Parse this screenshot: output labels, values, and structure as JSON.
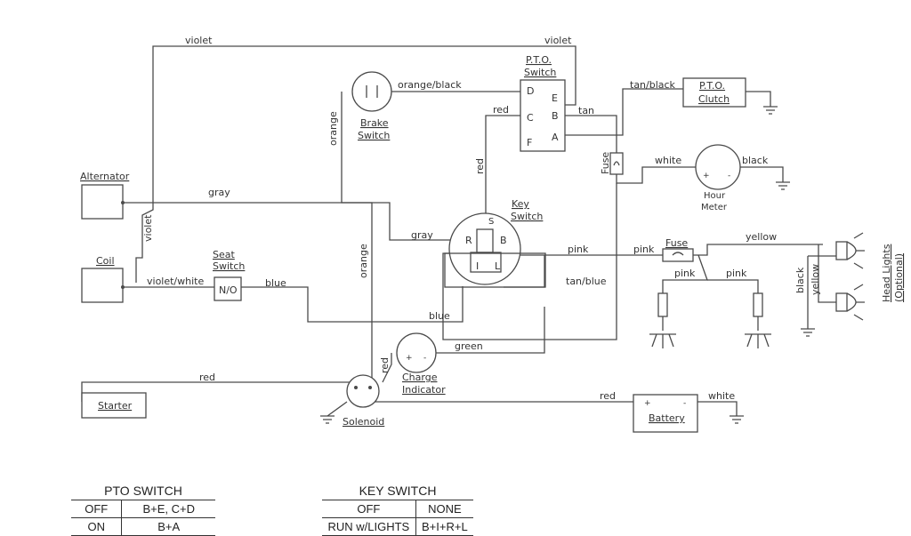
{
  "wires": {
    "violet_top_left": "violet",
    "violet_top_right": "violet",
    "violet_vertical": "violet",
    "gray_upper": "gray",
    "gray_lower": "gray",
    "violet_white": "violet/white",
    "blue_left": "blue",
    "blue_lower": "blue",
    "orange_black": "orange/black",
    "orange_upper": "orange",
    "orange_lower": "orange",
    "red_pto": "red",
    "red_vertical": "red",
    "tan": "tan",
    "tan_black": "tan/black",
    "white_hour": "white",
    "black_hour": "black",
    "pink_key": "pink",
    "pink_fuse": "pink",
    "pink_lamp1": "pink",
    "pink_lamp2": "pink",
    "yellow_head": "yellow",
    "yellow_vert": "yellow",
    "black_vert": "black",
    "tan_blue": "tan/blue",
    "green": "green",
    "red_solenoid": "red",
    "red_starter": "red",
    "red_battery": "red",
    "white_battery": "white"
  },
  "components": {
    "alternator": "Alternator",
    "coil": "Coil",
    "seat_switch_l1": "Seat",
    "seat_switch_l2": "Switch",
    "seat_switch_state": "N/O",
    "brake_switch_l1": "Brake",
    "brake_switch_l2": "Switch",
    "pto_switch_l1": "P.T.O.",
    "pto_switch_l2": "Switch",
    "pto_term_d": "D",
    "pto_term_e": "E",
    "pto_term_c": "C",
    "pto_term_b": "B",
    "pto_term_f": "F",
    "pto_term_a": "A",
    "pto_clutch_l1": "P.T.O.",
    "pto_clutch_l2": "Clutch",
    "fuse_upper": "Fuse",
    "fuse_lower": "Fuse",
    "hour_meter_l1": "Hour",
    "hour_meter_l2": "Meter",
    "key_switch_l1": "Key",
    "key_switch_l2": "Switch",
    "key_term_s": "S",
    "key_term_r": "R",
    "key_term_b": "B",
    "key_term_i": "I",
    "key_term_l": "L",
    "charge_l1": "Charge",
    "charge_l2": "Indicator",
    "starter": "Starter",
    "solenoid": "Solenoid",
    "battery": "Battery",
    "head_lights_l1": "Head Lights",
    "head_lights_l2": "(Optional)"
  },
  "pto_table": {
    "title": "PTO SWITCH",
    "rows": [
      [
        "OFF",
        "B+E, C+D"
      ],
      [
        "ON",
        "B+A"
      ]
    ]
  },
  "key_table": {
    "title": "KEY SWITCH",
    "rows": [
      [
        "OFF",
        "NONE"
      ],
      [
        "RUN w/LIGHTS",
        "B+I+R+L"
      ]
    ]
  }
}
